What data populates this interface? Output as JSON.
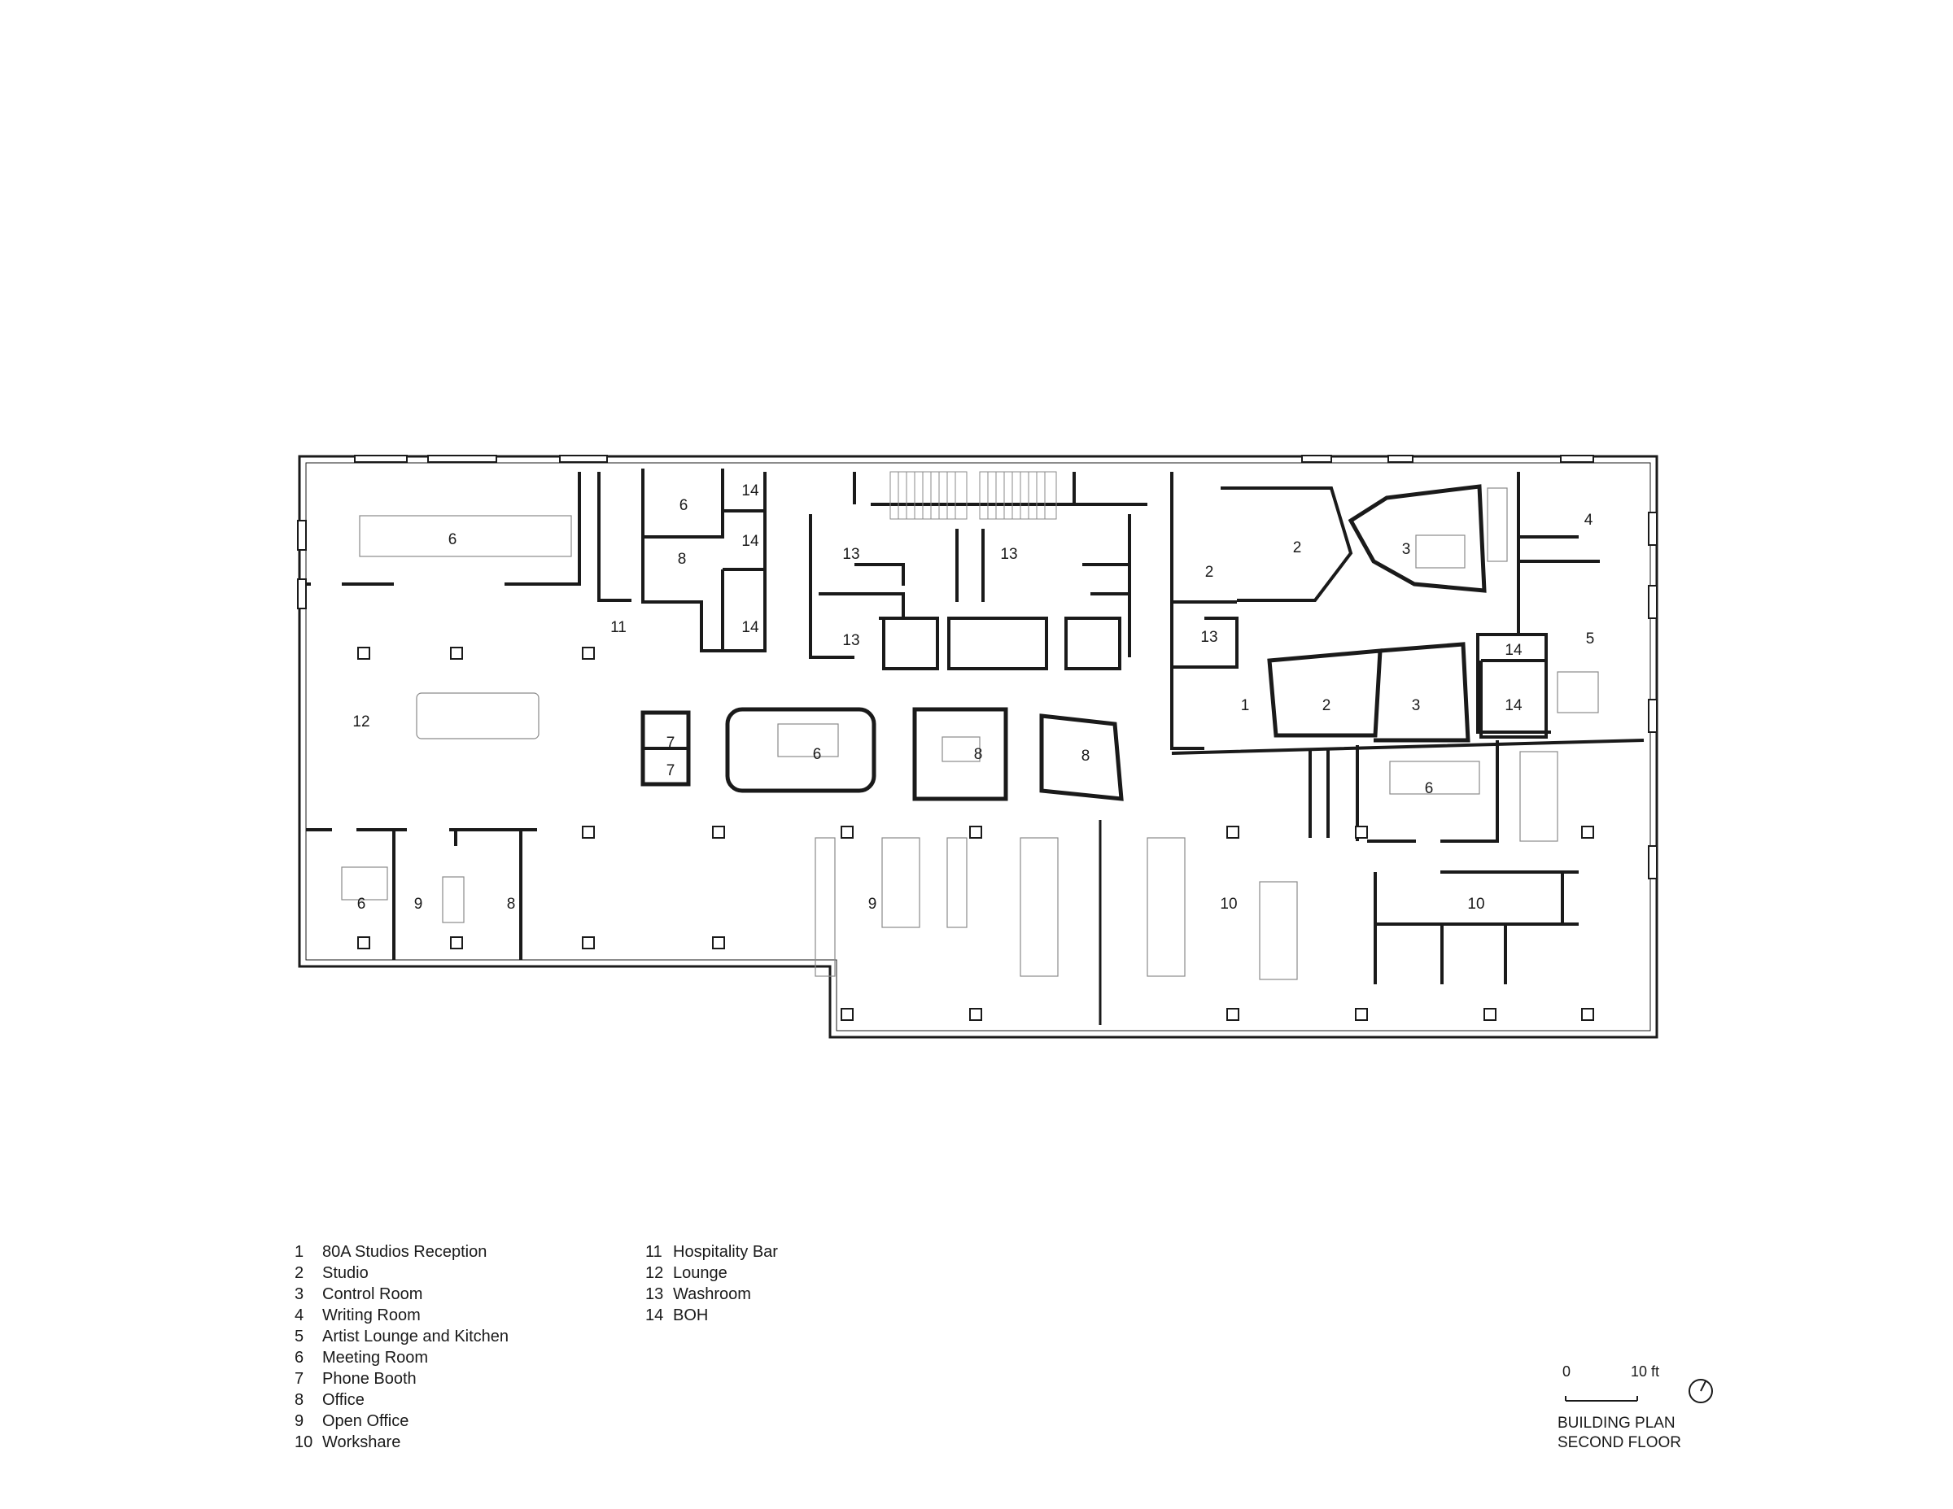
{
  "rooms": {
    "n1": "1",
    "n2": "2",
    "n3": "3",
    "n4": "4",
    "n5": "5",
    "n6": "6",
    "n7": "7",
    "n8": "8",
    "n9": "9",
    "n10": "10",
    "n11": "11",
    "n12": "12",
    "n13": "13",
    "n14": "14"
  },
  "legend": {
    "left": [
      {
        "num": "1",
        "label": "80A Studios Reception"
      },
      {
        "num": "2",
        "label": "Studio"
      },
      {
        "num": "3",
        "label": "Control Room"
      },
      {
        "num": "4",
        "label": "Writing Room"
      },
      {
        "num": "5",
        "label": "Artist Lounge and Kitchen"
      },
      {
        "num": "6",
        "label": "Meeting Room"
      },
      {
        "num": "7",
        "label": "Phone Booth"
      },
      {
        "num": "8",
        "label": "Office"
      },
      {
        "num": "9",
        "label": "Open Office"
      },
      {
        "num": "10",
        "label": "Workshare"
      }
    ],
    "right": [
      {
        "num": "11",
        "label": "Hospitality Bar"
      },
      {
        "num": "12",
        "label": "Lounge"
      },
      {
        "num": "13",
        "label": "Washroom"
      },
      {
        "num": "14",
        "label": "BOH"
      }
    ]
  },
  "scale": {
    "zero": "0",
    "ten": "10 ft"
  },
  "title": {
    "line1": "BUILDING PLAN",
    "line2": "SECOND FLOOR"
  },
  "colors": {
    "line": "#1a1a1a",
    "furniture": "#8a8a8a"
  }
}
